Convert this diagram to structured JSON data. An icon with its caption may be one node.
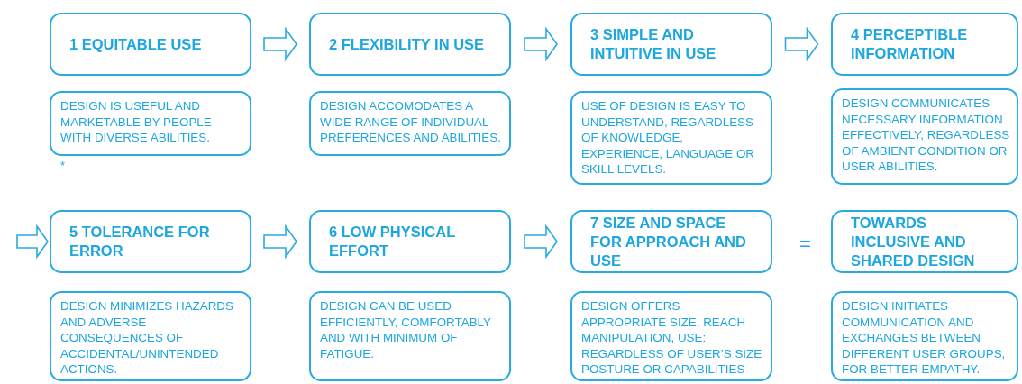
{
  "diagram": {
    "nodes": [
      {
        "text": [
          "1 EQUITABLE USE"
        ]
      },
      {
        "text": [
          "2 FLEXIBILITY IN USE"
        ]
      },
      {
        "text": [
          "3 SIMPLE AND INTUITIVE IN USE"
        ]
      },
      {
        "text": [
          "4 PERCEPTIBLE INFORMATION"
        ]
      },
      {
        "text": [
          "DESIGN IS USEFUL AND MARKETABLE BY PEOPLE WITH DIVERSE ABILITIES."
        ]
      },
      {
        "text": [
          "DESIGN ACCOMODATES A WIDE RANGE OF INDIVIDUAL PREFERENCES AND ABILITIES."
        ]
      },
      {
        "text": [
          "USE OF DESIGN IS EASY TO UNDERSTAND, REGARDLESS OF KNOWLEDGE, EXPERIENCE, LANGUAGE OR SKILL LEVELS."
        ]
      },
      {
        "text": [
          "DESIGN COMMUNICATES NECESSARY INFORMATION EFFECTIVELY, REGARDLESS OF AMBIENT CONDITION OR USER ABILITIES."
        ]
      },
      {
        "text": [
          "5 TOLERANCE FOR ERROR"
        ]
      },
      {
        "text": [
          "6 LOW PHYSICAL EFFORT"
        ]
      },
      {
        "text": [
          "7 SIZE AND SPACE FOR APPROACH AND USE"
        ]
      },
      {
        "text": [
          "TOWARDS INCLUSIVE AND SHARED DESIGN"
        ]
      },
      {
        "text": [
          "DESIGN MINIMIZES HAZARDS AND ADVERSE CONSEQUENCES OF ACCIDENTAL/UNINTENDED ACTIONS."
        ]
      },
      {
        "text": [
          "DESIGN CAN BE USED EFFICIENTLY, COMFORTABLY AND WITH MINIMUM OF FATIGUE."
        ]
      },
      {
        "text": [
          "DESIGN OFFERS APPROPRIATE SIZE, REACH MANIPULATION, USE: REGARDLESS OF USER’S SIZE POSTURE OR CAPABILITIES"
        ]
      },
      {
        "text": [
          "DESIGN INITIATES COMMUNICATION AND EXCHANGES BETWEEN DIFFERENT USER GROUPS, FOR BETTER EMPATHY."
        ]
      }
    ],
    "edges": [
      {
        "from": 0,
        "to": 1,
        "arrow": "to"
      },
      {
        "from": 1,
        "to": 2,
        "arrow": "to"
      },
      {
        "from": 2,
        "to": 3,
        "arrow": "to"
      },
      {
        "from": null,
        "to": 8,
        "arrow": "to"
      },
      {
        "from": 8,
        "to": 9,
        "arrow": "to"
      },
      {
        "from": 9,
        "to": 10,
        "arrow": "to"
      }
    ],
    "labels": [
      "*",
      "="
    ]
  }
}
